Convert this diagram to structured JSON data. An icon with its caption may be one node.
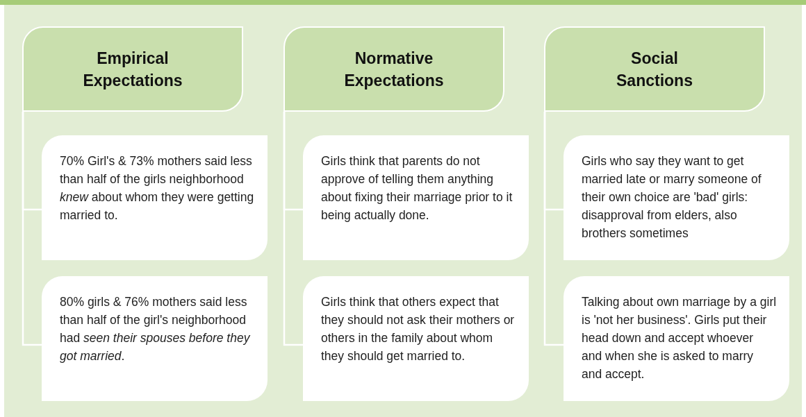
{
  "diagram": {
    "nodes": [
      {
        "text": [
          "Empirical Expectations"
        ]
      },
      {
        "text": [
          "70% Girl's & 73% mothers said less than half of the girls neighborhood *knew* about whom they were getting married to."
        ]
      },
      {
        "text": [
          "80% girls & 76% mothers said less than half of the girl's neighborhood had *seen their spouses before they got married*."
        ]
      },
      {
        "text": [
          "Normative Expectations"
        ]
      },
      {
        "text": [
          "Girls think that parents do not approve of telling them anything about fixing their marriage prior to it being actually done."
        ]
      },
      {
        "text": [
          "Girls think that others expect that they should not ask their mothers or others in the family about whom they should get married to."
        ]
      },
      {
        "text": [
          "Social Sanctions"
        ]
      },
      {
        "text": [
          "Girls who say they want to get married late or marry someone of their own choice are 'bad' girls: disapproval from elders, also brothers sometimes"
        ]
      },
      {
        "text": [
          "Talking about own marriage by a girl is 'not her business'. Girls put their head down and accept whoever and when she is asked to marry and accept."
        ]
      }
    ],
    "edges": [
      {
        "from": 0,
        "to": 1,
        "arrow": "none"
      },
      {
        "from": 0,
        "to": 2,
        "arrow": "none"
      },
      {
        "from": 3,
        "to": 4,
        "arrow": "none"
      },
      {
        "from": 3,
        "to": 5,
        "arrow": "none"
      },
      {
        "from": 6,
        "to": 7,
        "arrow": "none"
      },
      {
        "from": 6,
        "to": 8,
        "arrow": "none"
      }
    ]
  }
}
